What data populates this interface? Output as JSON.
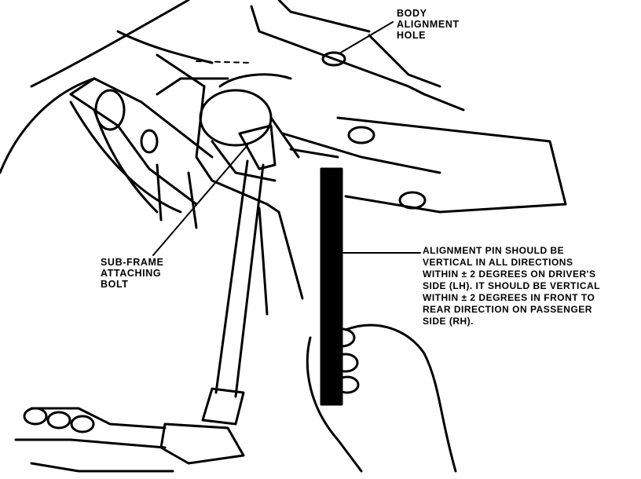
{
  "labels": {
    "body_alignment_hole": [
      "BODY",
      "ALIGNMENT",
      "HOLE"
    ],
    "sub_frame_bolt": [
      "SUB-FRAME",
      "ATTACHING",
      "BOLT"
    ],
    "alignment_pin_note": [
      "ALIGNMENT PIN SHOULD BE",
      "VERTICAL IN ALL DIRECTIONS",
      "WITHIN ± 2 DEGREES ON DRIVER'S",
      "SIDE (LH). IT SHOULD BE VERTICAL",
      "WITHIN ± 2 DEGREES IN FRONT TO",
      "REAR DIRECTION ON PASSENGER",
      "SIDE (RH)."
    ]
  }
}
